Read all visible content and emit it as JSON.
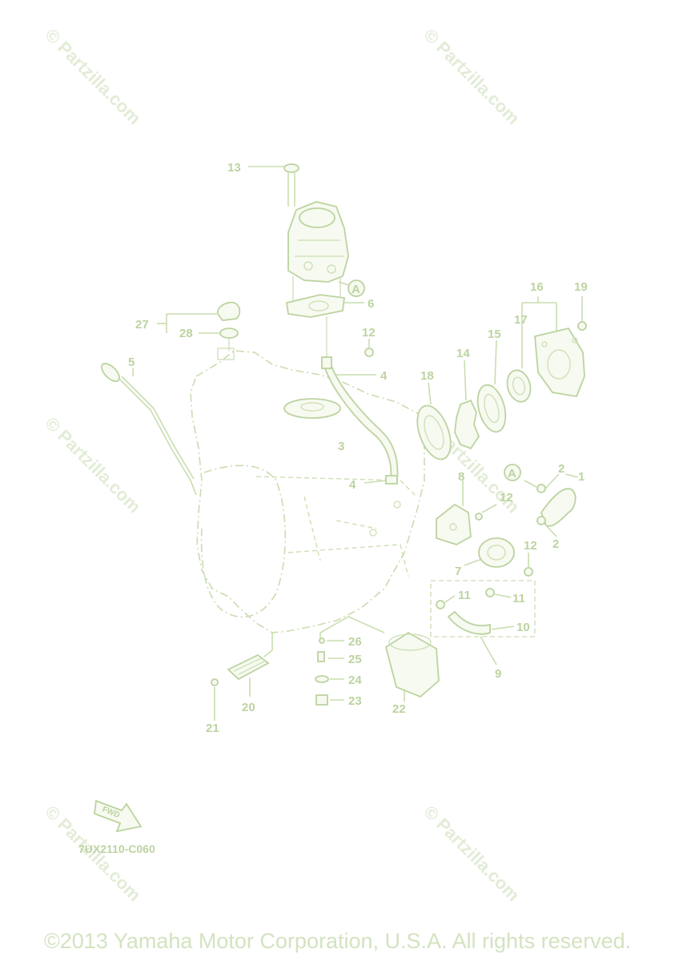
{
  "callouts": {
    "c1": "1",
    "c2a": "2",
    "c2b": "2",
    "c3": "3",
    "c4a": "4",
    "c4b": "4",
    "c5": "5",
    "c6": "6",
    "c7": "7",
    "c8": "8",
    "c9": "9",
    "c10": "10",
    "c11a": "11",
    "c11b": "11",
    "c12a": "12",
    "c12b": "12",
    "c12c": "12",
    "c13": "13",
    "c14": "14",
    "c15": "15",
    "c16": "16",
    "c17": "17",
    "c18": "18",
    "c19": "19",
    "c20": "20",
    "c21": "21",
    "c22": "22",
    "c23": "23",
    "c24": "24",
    "c25": "25",
    "c26": "26",
    "c27": "27",
    "c28": "28"
  },
  "reference_marker": "A",
  "fwd_label": "FWD",
  "diagram_code": "7UX2110-C060",
  "watermark": "© Partzilla.com",
  "copyright": "©2013 Yamaha Motor Corporation, U.S.A. All rights reserved.",
  "colors": {
    "line": "#c9ddb0",
    "text": "#bcd3a0",
    "watermark": "#e2ecd6"
  }
}
